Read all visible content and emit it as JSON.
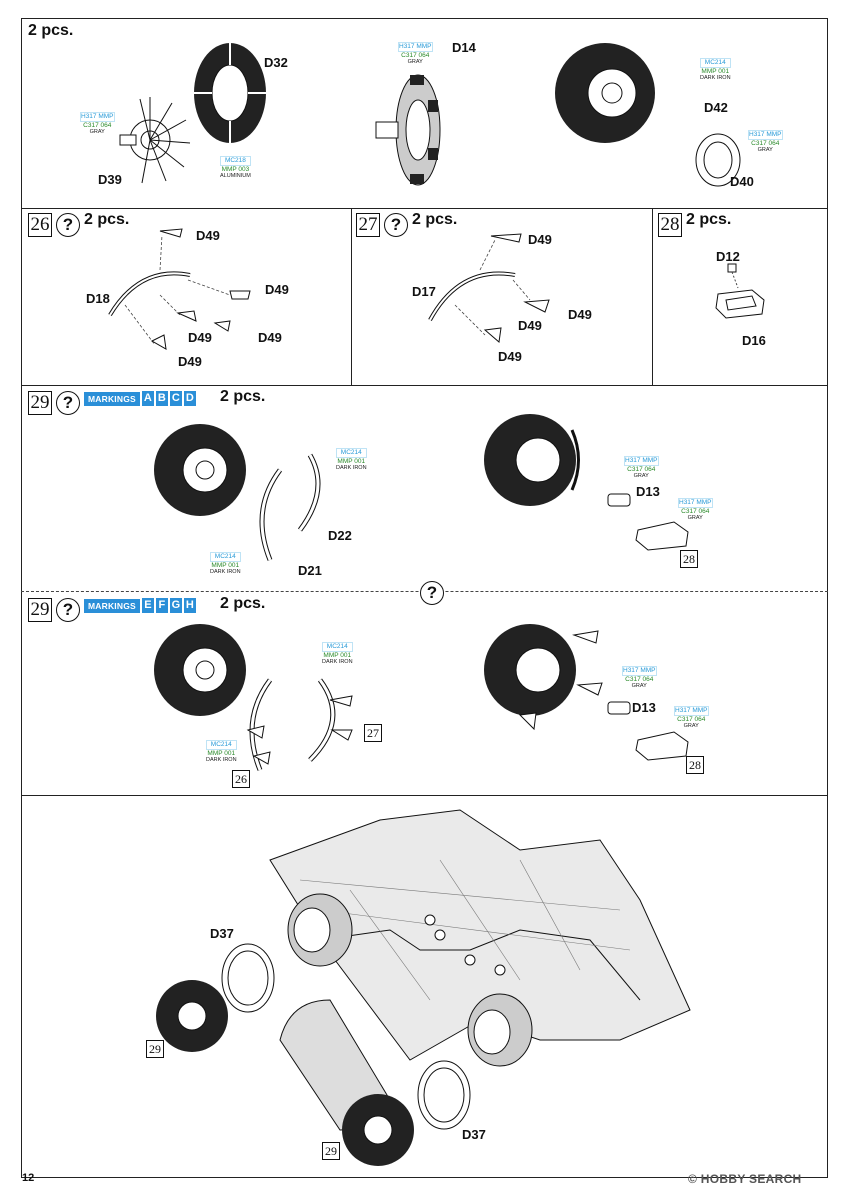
{
  "page_number": "12",
  "watermark": "HOBBY SEARCH",
  "watermark_icon": "copyright-circle-icon",
  "colors": {
    "callout_blue": "#2a9bd8",
    "callout_green": "#2a8a2a",
    "markings_blue": "#2a8fd8"
  },
  "section1": {
    "quantity": "2 pcs.",
    "parts": {
      "d32": "D32",
      "d14": "D14",
      "d42": "D42",
      "d39": "D39",
      "d40": "D40"
    },
    "callouts": [
      {
        "code": "H317 MMP",
        "mix": "C317  064",
        "color": "GRAY"
      },
      {
        "code": "MC218",
        "mix": "MMP 003",
        "color": "ALUMINIUM"
      },
      {
        "code": "H317 MMP",
        "mix": "C317  064",
        "color": "GRAY"
      },
      {
        "code": "MC214",
        "mix": "MMP 001",
        "color": "DARK IRON"
      },
      {
        "code": "H317 MMP",
        "mix": "C317  064",
        "color": "GRAY"
      }
    ]
  },
  "step26": {
    "number": "26",
    "quantity": "2 pcs.",
    "parts": {
      "d18": "D18",
      "d49": "D49"
    }
  },
  "step27": {
    "number": "27",
    "quantity": "2 pcs.",
    "parts": {
      "d17": "D17",
      "d49": "D49"
    }
  },
  "step28": {
    "number": "28",
    "quantity": "2 pcs.",
    "parts": {
      "d12": "D12",
      "d16": "D16"
    }
  },
  "step29a": {
    "number": "29",
    "markings_label": "MARKINGS",
    "markings": [
      "A",
      "B",
      "C",
      "D"
    ],
    "quantity": "2 pcs.",
    "parts": {
      "d22": "D22",
      "d21": "D21",
      "d13": "D13"
    },
    "ref": "28",
    "callouts": [
      {
        "code": "MC214",
        "mix": "MMP 001",
        "color": "DARK IRON"
      },
      {
        "code": "MC214",
        "mix": "MMP 001",
        "color": "DARK IRON"
      },
      {
        "code": "H317 MMP",
        "mix": "C317  064",
        "color": "GRAY"
      },
      {
        "code": "H317 MMP",
        "mix": "C317  064",
        "color": "GRAY"
      }
    ]
  },
  "step29b": {
    "number": "29",
    "markings_label": "MARKINGS",
    "markings": [
      "E",
      "F",
      "G",
      "H"
    ],
    "quantity": "2 pcs.",
    "parts": {
      "d13": "D13"
    },
    "refs": {
      "r27": "27",
      "r26": "26",
      "r28": "28"
    },
    "callouts": [
      {
        "code": "MC214",
        "mix": "MMP 001",
        "color": "DARK IRON"
      },
      {
        "code": "MC214",
        "mix": "MMP 001",
        "color": "DARK IRON"
      },
      {
        "code": "H317 MMP",
        "mix": "C317  064",
        "color": "GRAY"
      },
      {
        "code": "H317 MMP",
        "mix": "C317  064",
        "color": "GRAY"
      }
    ]
  },
  "final": {
    "parts": {
      "d37a": "D37",
      "d37b": "D37"
    },
    "refs": {
      "r29a": "29",
      "r29b": "29"
    }
  },
  "question_mark": "?"
}
